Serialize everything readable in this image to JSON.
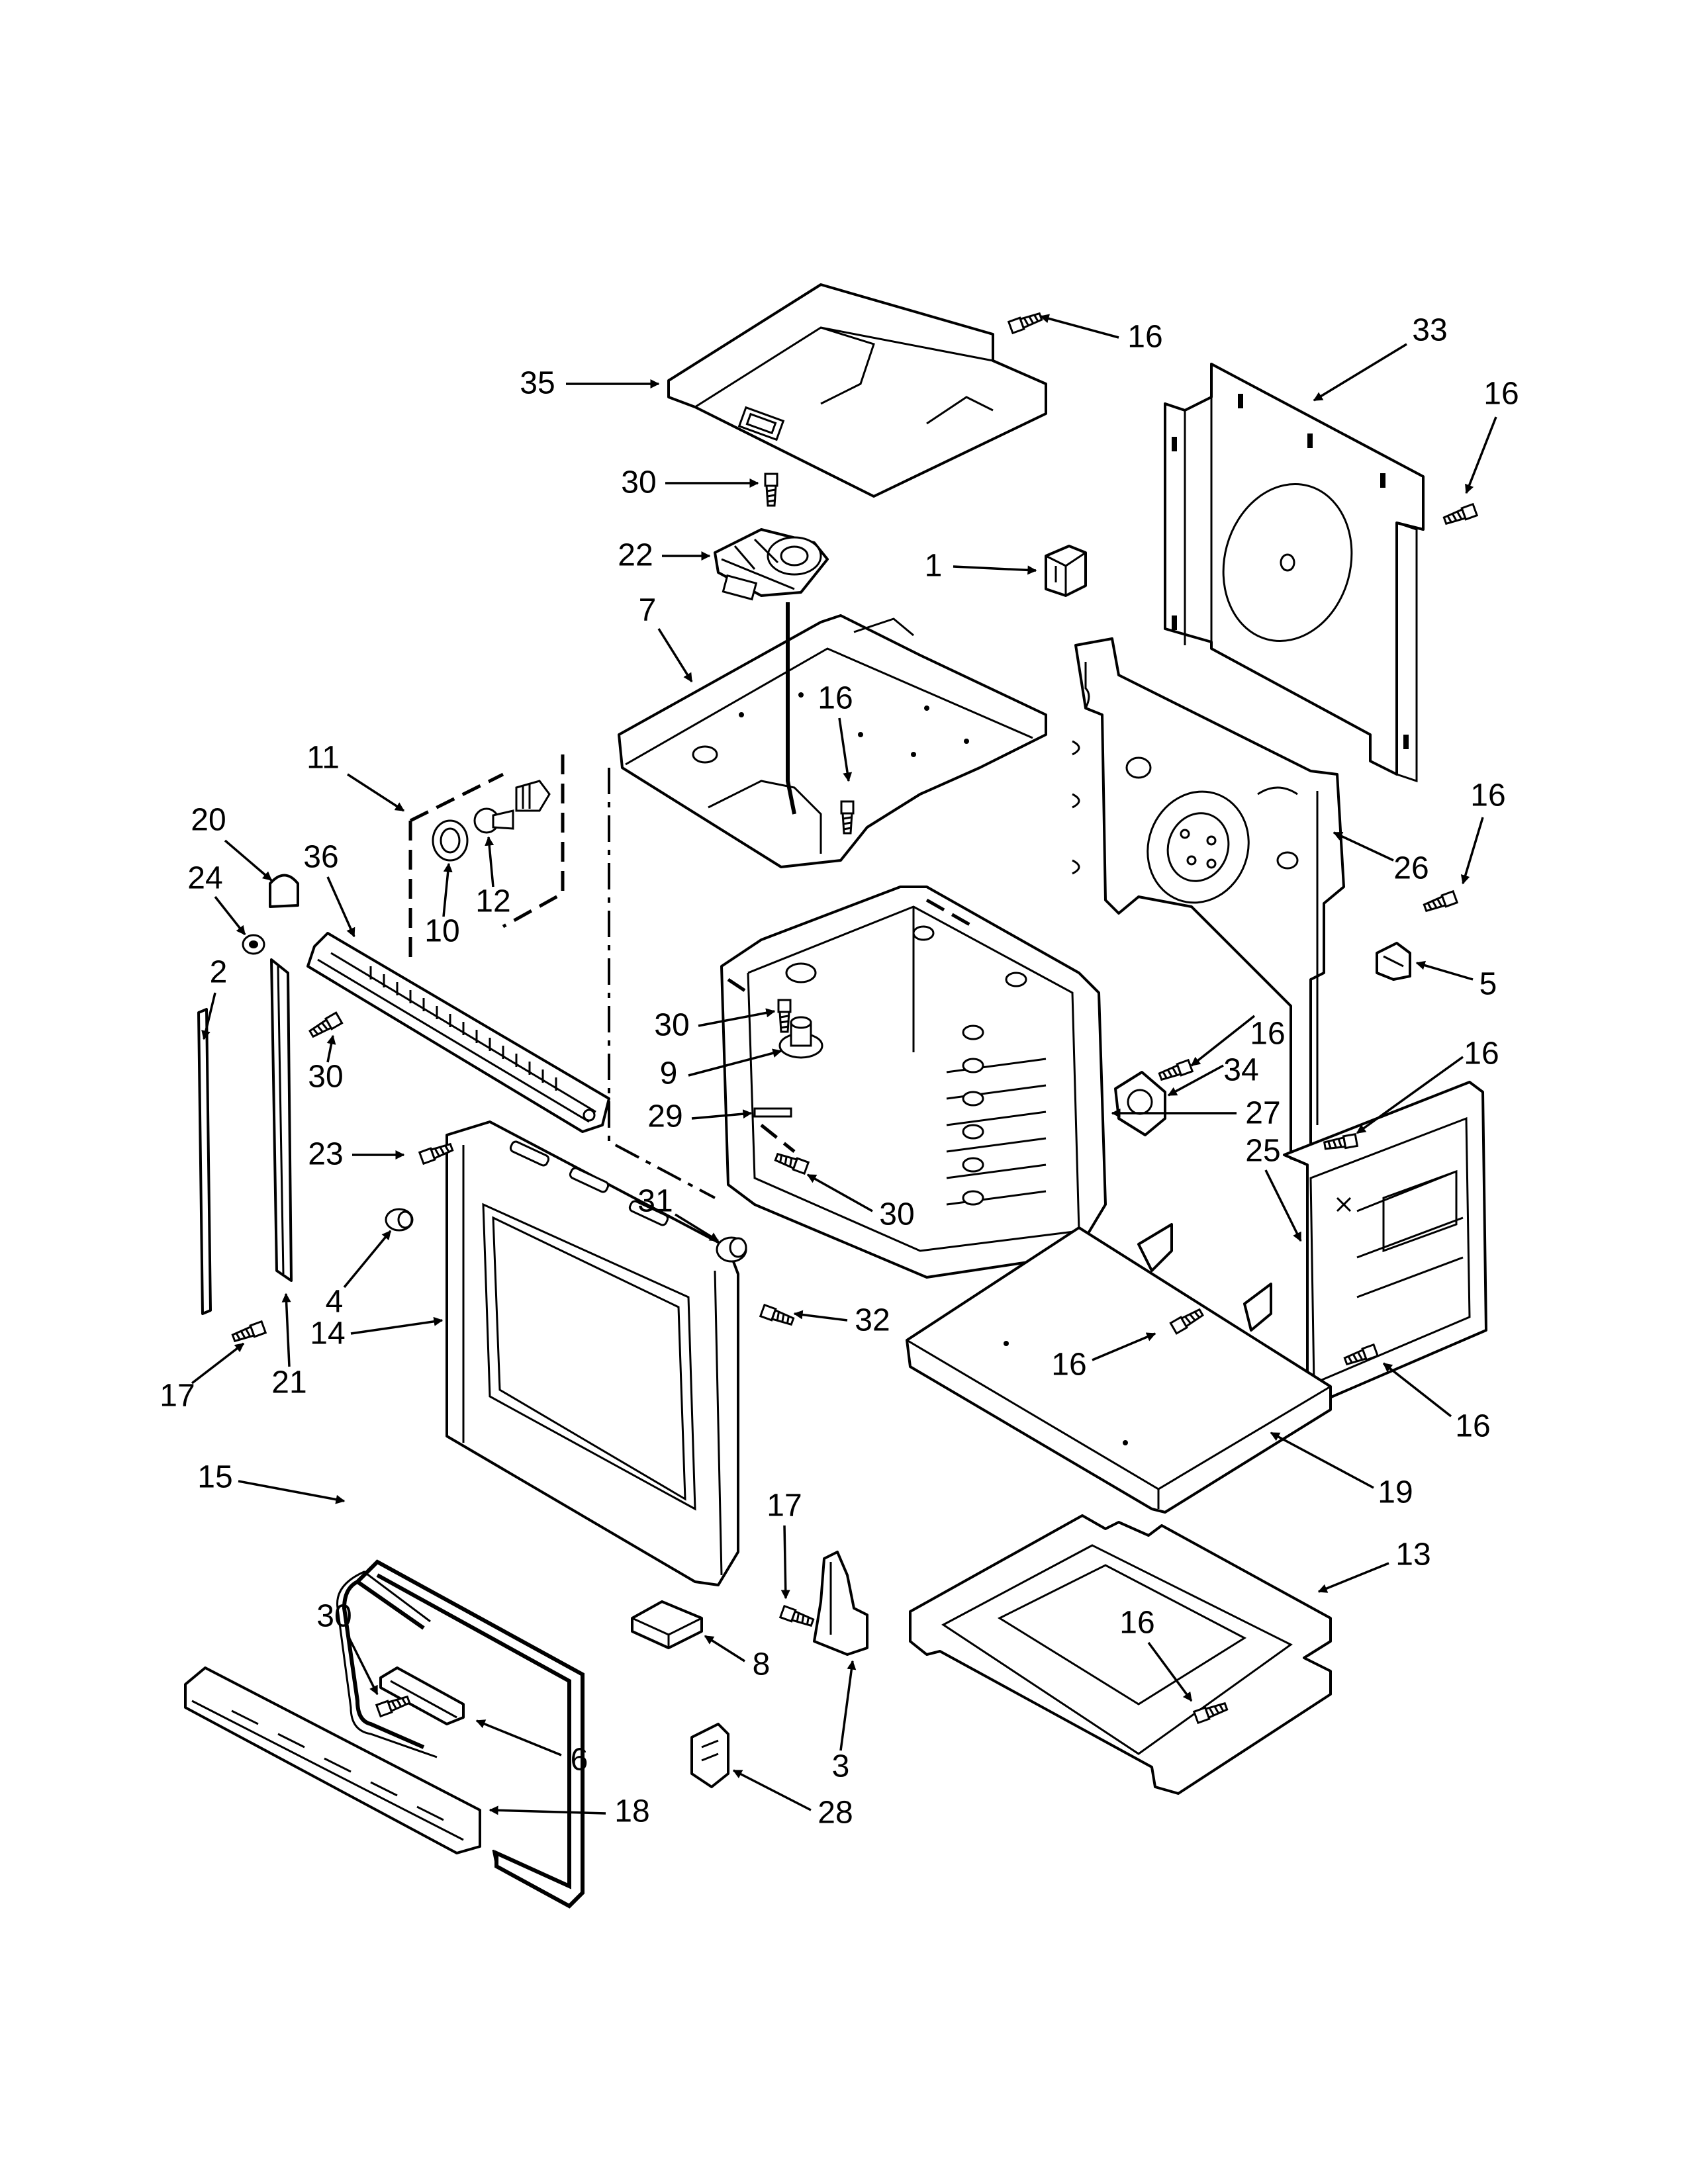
{
  "diagram": {
    "type": "exploded-parts-diagram",
    "callouts": [
      {
        "id": "c35",
        "label": "35",
        "part": "top-shield"
      },
      {
        "id": "c16a",
        "label": "16",
        "part": "screw"
      },
      {
        "id": "c33",
        "label": "33",
        "part": "rear-panel"
      },
      {
        "id": "c16b",
        "label": "16",
        "part": "screw"
      },
      {
        "id": "c30a",
        "label": "30",
        "part": "screw"
      },
      {
        "id": "c22",
        "label": "22",
        "part": "blower-motor"
      },
      {
        "id": "c1",
        "label": "1",
        "part": "bracket"
      },
      {
        "id": "c7",
        "label": "7",
        "part": "top-panel"
      },
      {
        "id": "c16c",
        "label": "16",
        "part": "screw"
      },
      {
        "id": "c11",
        "label": "11",
        "part": "light-assembly"
      },
      {
        "id": "c20",
        "label": "20",
        "part": "cap"
      },
      {
        "id": "c36",
        "label": "36",
        "part": "vent-trim"
      },
      {
        "id": "c24",
        "label": "24",
        "part": "grommet"
      },
      {
        "id": "c2",
        "label": "2",
        "part": "gasket-strip"
      },
      {
        "id": "c10",
        "label": "10",
        "part": "lamp-socket"
      },
      {
        "id": "c12",
        "label": "12",
        "part": "lamp-lens"
      },
      {
        "id": "c26",
        "label": "26",
        "part": "rear-cavity-panel"
      },
      {
        "id": "c16d",
        "label": "16",
        "part": "screw"
      },
      {
        "id": "c5",
        "label": "5",
        "part": "clip"
      },
      {
        "id": "c16e",
        "label": "16",
        "part": "screw"
      },
      {
        "id": "c34",
        "label": "34",
        "part": "gasket"
      },
      {
        "id": "c16f",
        "label": "16",
        "part": "screw"
      },
      {
        "id": "c30b",
        "label": "30",
        "part": "screw"
      },
      {
        "id": "c9",
        "label": "9",
        "part": "thermostat"
      },
      {
        "id": "c29",
        "label": "29",
        "part": "bracket"
      },
      {
        "id": "c27",
        "label": "27",
        "part": "oven-cavity"
      },
      {
        "id": "c30c",
        "label": "30",
        "part": "screw"
      },
      {
        "id": "c23",
        "label": "23",
        "part": "screw"
      },
      {
        "id": "c30d",
        "label": "30",
        "part": "screw"
      },
      {
        "id": "c25",
        "label": "25",
        "part": "side-panel"
      },
      {
        "id": "c31",
        "label": "31",
        "part": "roller"
      },
      {
        "id": "c4",
        "label": "4",
        "part": "bumper"
      },
      {
        "id": "c14",
        "label": "14",
        "part": "front-frame"
      },
      {
        "id": "c32",
        "label": "32",
        "part": "screw"
      },
      {
        "id": "c16g",
        "label": "16",
        "part": "screw"
      },
      {
        "id": "c16h",
        "label": "16",
        "part": "screw"
      },
      {
        "id": "c17a",
        "label": "17",
        "part": "screw"
      },
      {
        "id": "c21",
        "label": "21",
        "part": "side-trim"
      },
      {
        "id": "c15",
        "label": "15",
        "part": "door-gasket"
      },
      {
        "id": "c19",
        "label": "19",
        "part": "bottom-shelf"
      },
      {
        "id": "c17b",
        "label": "17",
        "part": "screw"
      },
      {
        "id": "c13",
        "label": "13",
        "part": "base-pan"
      },
      {
        "id": "c30e",
        "label": "30",
        "part": "screw"
      },
      {
        "id": "c8",
        "label": "8",
        "part": "hinge-receptacle"
      },
      {
        "id": "c16i",
        "label": "16",
        "part": "screw"
      },
      {
        "id": "c6",
        "label": "6",
        "part": "strike"
      },
      {
        "id": "c3",
        "label": "3",
        "part": "hinge-bracket"
      },
      {
        "id": "c18",
        "label": "18",
        "part": "bottom-trim"
      },
      {
        "id": "c28",
        "label": "28",
        "part": "clip"
      }
    ]
  }
}
